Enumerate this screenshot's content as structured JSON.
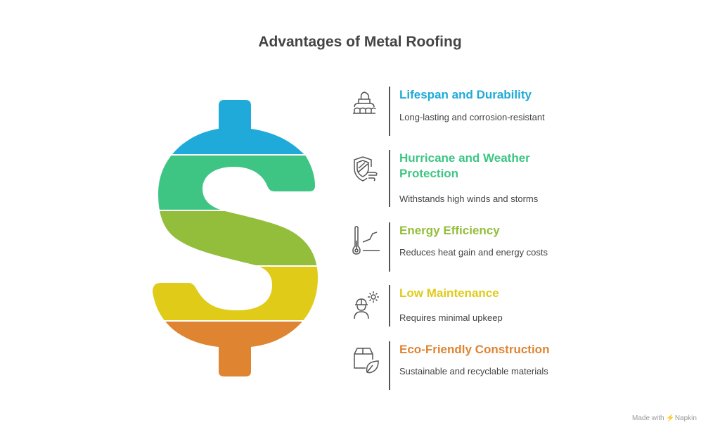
{
  "title": "Advantages of Metal Roofing",
  "items": [
    {
      "title": "Lifespan and Durability",
      "desc": "Long-lasting and corrosion-resistant",
      "color": "#1FAAD9",
      "icon": "roof-tiles-icon"
    },
    {
      "title": "Hurricane and Weather Protection",
      "desc": "Withstands high winds and storms",
      "color": "#3EC584",
      "icon": "shield-wind-icon"
    },
    {
      "title": "Energy Efficiency",
      "desc": "Reduces heat gain and energy costs",
      "color": "#93BE3B",
      "icon": "thermometer-icon"
    },
    {
      "title": "Low Maintenance",
      "desc": "Requires minimal upkeep",
      "color": "#DFCB18",
      "icon": "worker-gear-icon"
    },
    {
      "title": "Eco-Friendly Construction",
      "desc": "Sustainable and recyclable materials",
      "color": "#DF8431",
      "icon": "box-leaf-icon"
    }
  ],
  "footer": {
    "made_with": "Made with",
    "brand": "Napkin"
  }
}
